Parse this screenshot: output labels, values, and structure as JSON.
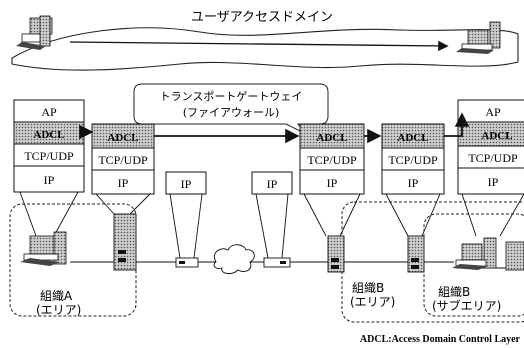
{
  "top_banner": {
    "title": "ユーザアクセスドメイン"
  },
  "gateway_callout": {
    "line1": "トランスポートゲートウェイ",
    "line2": "(ファイアウォール)"
  },
  "stacks": [
    {
      "layers": [
        "AP",
        "ADCL",
        "TCP/UDP",
        "IP"
      ]
    },
    {
      "layers": [
        "ADCL",
        "TCP/UDP",
        "IP"
      ]
    },
    {
      "layers": [
        "IP"
      ]
    },
    {
      "layers": [
        "IP"
      ]
    },
    {
      "layers": [
        "ADCL",
        "TCP/UDP",
        "IP"
      ]
    },
    {
      "layers": [
        "ADCL",
        "TCP/UDP",
        "IP"
      ]
    },
    {
      "layers": [
        "AP",
        "ADCL",
        "TCP/UDP",
        "IP"
      ]
    }
  ],
  "domains": {
    "org_a": {
      "name": "組織A",
      "sub": "(エリア)"
    },
    "org_b_area": {
      "name": "組織B",
      "sub": "(エリア)"
    },
    "org_b_subarea": {
      "name": "組織B",
      "sub": "(サブエリア)"
    }
  },
  "footnote": "ADCL:Access Domain Control Layer",
  "colors": {
    "adcl_fill": "#a8a8a8",
    "ink": "#111111",
    "paper": "#ffffff"
  }
}
